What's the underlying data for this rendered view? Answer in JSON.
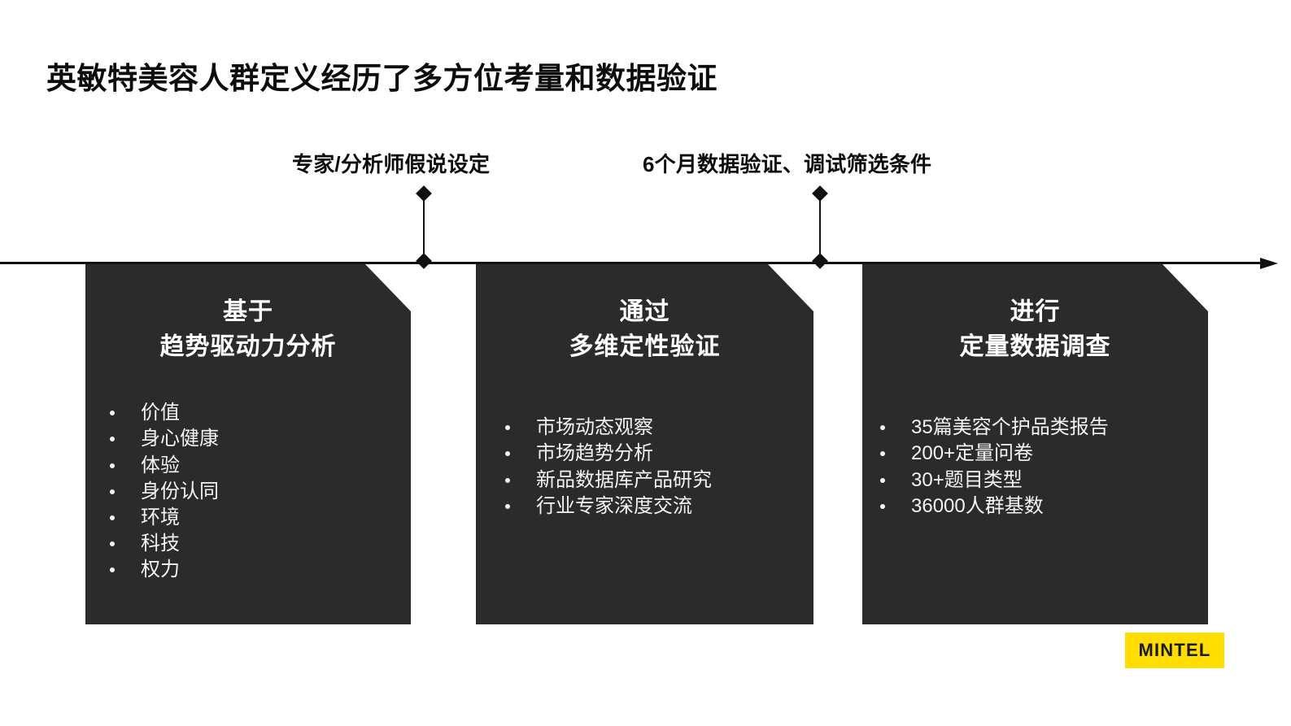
{
  "slide": {
    "title": "英敏特美容人群定义经历了多方位考量和数据验证",
    "background_color": "#ffffff",
    "panel_color": "#2b2b2b",
    "accent_color": "#ffdd00",
    "text_color": "#0d0d0d"
  },
  "timeline": {
    "connectors": [
      {
        "label": "专家/分析师假说设定"
      },
      {
        "label": "6个月数据验证、调试筛选条件"
      }
    ]
  },
  "stages": [
    {
      "heading_line1": "基于",
      "heading_line2": "趋势驱动力分析",
      "items": [
        "价值",
        "身心健康",
        "体验",
        "身份认同",
        "环境",
        "科技",
        "权力"
      ]
    },
    {
      "heading_line1": "通过",
      "heading_line2": "多维定性验证",
      "items": [
        "市场动态观察",
        "市场趋势分析",
        "新品数据库产品研究",
        "行业专家深度交流"
      ]
    },
    {
      "heading_line1": "进行",
      "heading_line2": "定量数据调查",
      "items": [
        "35篇美容个护品类报告",
        "200+定量问卷",
        "30+题目类型",
        "36000人群基数"
      ]
    }
  ],
  "logo": {
    "wordmark": "MINTEL"
  }
}
